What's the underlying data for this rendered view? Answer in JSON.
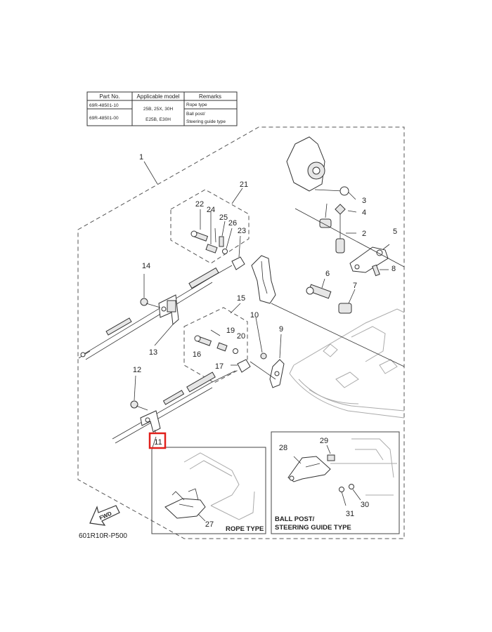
{
  "table": {
    "headers": [
      "Part No.",
      "Applicable model",
      "Remarks"
    ],
    "rows": [
      {
        "part_no": "69R-48501-10",
        "model": "25B, 25X, 30H",
        "remarks": "Rope type"
      },
      {
        "part_no": "69R-48501-00",
        "model": "E25B, E30H",
        "remarks_1": "Ball post/",
        "remarks_2": "Steering guide type"
      }
    ]
  },
  "callouts": [
    "1",
    "2",
    "3",
    "4",
    "5",
    "6",
    "7",
    "8",
    "9",
    "10",
    "11",
    "12",
    "13",
    "14",
    "15",
    "16",
    "17",
    "19",
    "20",
    "21",
    "22",
    "23",
    "24",
    "25",
    "26",
    "27",
    "28",
    "29",
    "30",
    "31"
  ],
  "highlighted_callout": "11",
  "insets": {
    "rope_type": "ROPE TYPE",
    "ball_post_1": "BALL POST/",
    "ball_post_2": "STEERING GUIDE TYPE"
  },
  "fwd_label": "FWD",
  "diagram_code": "601R10R-P500",
  "colors": {
    "highlight": "#e0201b",
    "line": "#333333"
  }
}
